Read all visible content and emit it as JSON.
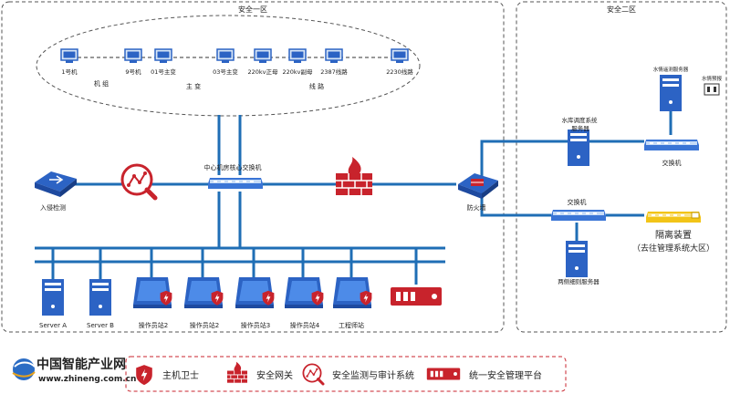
{
  "zones": {
    "zone1": "安全一区",
    "zone2": "安全二区"
  },
  "field_units": [
    {
      "label": "1号机"
    },
    {
      "label": "9号机"
    },
    {
      "label": "01号主变"
    },
    {
      "label": "03号主变"
    },
    {
      "label": "220kv正母"
    },
    {
      "label": "220kv副母"
    },
    {
      "label": "2387线路"
    },
    {
      "label": "2230线路"
    }
  ],
  "groups": {
    "units": "机  组",
    "transformers": "主  变",
    "lines": "线  路"
  },
  "core_switch": "中心机房核心交换机",
  "intrusion_detection": "入侵检测",
  "firewall": "防火墙",
  "zone2_devices": {
    "hydro_server": "水库调度系统\n服务器",
    "hydro_station": "水情遥测服务器",
    "hydro_forecast": "水情预报",
    "switch_top": "交换机",
    "switch_mid": "交换机",
    "isolation_title": "隔离装置",
    "isolation_note": "（去往管理系统大区）",
    "dual_server": "两侧细则服务器"
  },
  "bottom_hosts": [
    {
      "label": "Server A"
    },
    {
      "label": "Server B"
    },
    {
      "label": "操作员站2"
    },
    {
      "label": "操作员站2"
    },
    {
      "label": "操作员站3"
    },
    {
      "label": "操作员站4"
    },
    {
      "label": "工程师站"
    }
  ],
  "logo": {
    "name": "中国智能产业网",
    "url": "www.zhineng.com.cn"
  },
  "legend": [
    {
      "icon": "host-guard-icon",
      "label": "主机卫士"
    },
    {
      "icon": "firewall-icon",
      "label": "安全网关"
    },
    {
      "icon": "audit-icon",
      "label": "安全监测与审计系统"
    },
    {
      "icon": "management-platform-icon",
      "label": "统一安全管理平台"
    }
  ],
  "colors": {
    "link": "#1f6eb5",
    "accent": "#c8232c",
    "device": "#2c63c4"
  }
}
